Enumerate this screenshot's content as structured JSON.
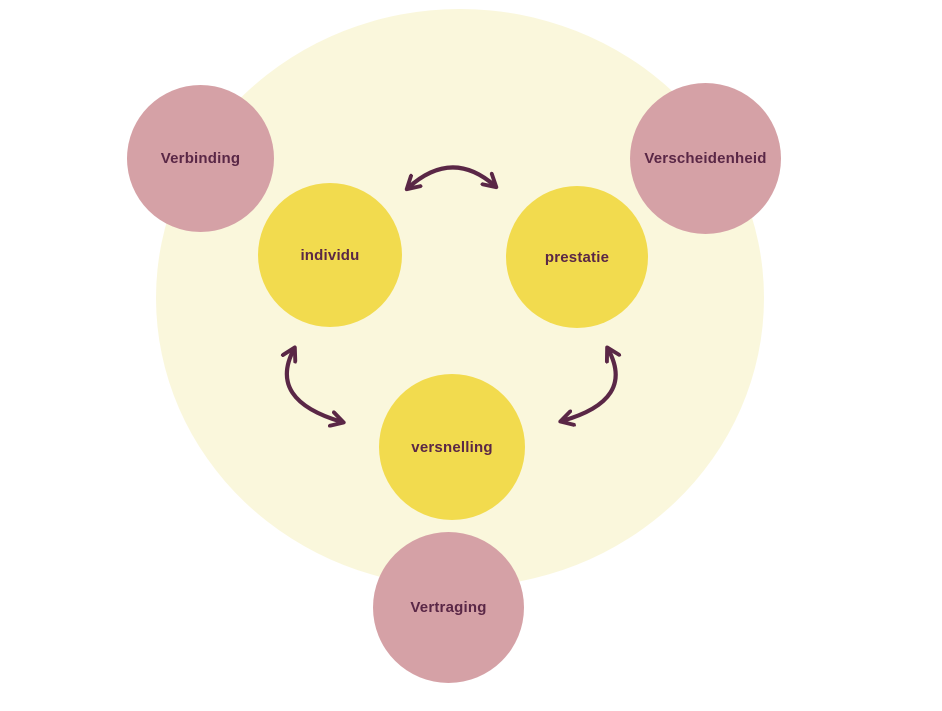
{
  "diagram": {
    "outer_nodes": [
      {
        "label": "Verbinding"
      },
      {
        "label": "Verscheidenheid"
      },
      {
        "label": "Vertraging"
      }
    ],
    "inner_nodes": [
      {
        "label": "individu"
      },
      {
        "label": "prestatie"
      },
      {
        "label": "versnelling"
      }
    ],
    "relations": [
      {
        "between": [
          "individu",
          "prestatie"
        ],
        "type": "bidirectional-arrow"
      },
      {
        "between": [
          "individu",
          "versnelling"
        ],
        "type": "bidirectional-arrow"
      },
      {
        "between": [
          "prestatie",
          "versnelling"
        ],
        "type": "bidirectional-arrow"
      }
    ],
    "colors": {
      "page_background": "#FFFFFF",
      "background_circle": "#FAF7DC",
      "outer_node_fill": "#D5A1A6",
      "inner_node_fill": "#F2DB4E",
      "label_text": "#5A2746",
      "arrow_stroke": "#5A2746"
    }
  }
}
